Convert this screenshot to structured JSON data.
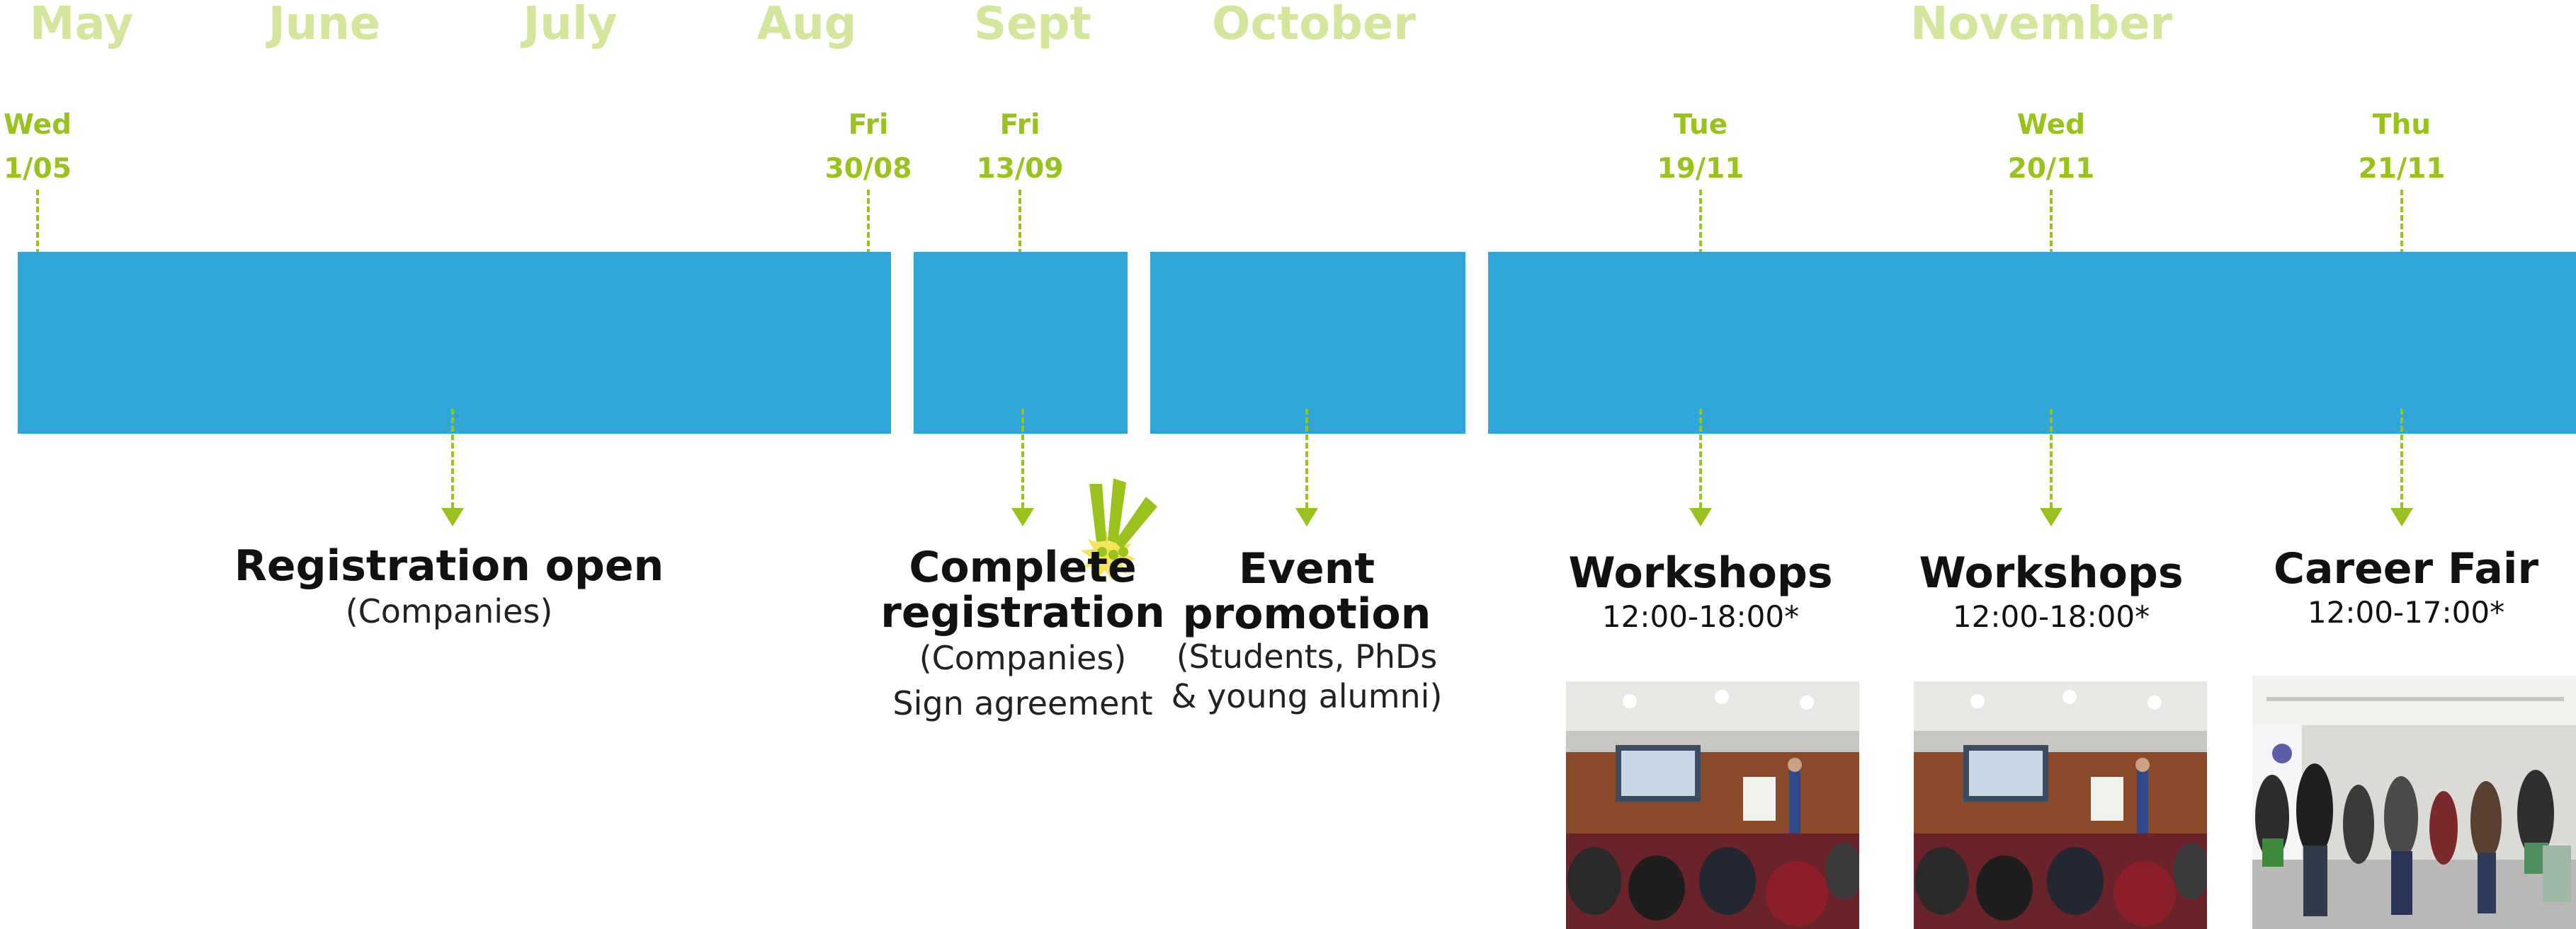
{
  "months": [
    "May",
    "June",
    "July",
    "Aug",
    "Sept",
    "October",
    "November"
  ],
  "dates": [
    {
      "day": "Wed",
      "date": "1/05"
    },
    {
      "day": "Fri",
      "date": "30/08"
    },
    {
      "day": "Fri",
      "date": "13/09"
    },
    {
      "day": "Tue",
      "date": "19/11"
    },
    {
      "day": "Wed",
      "date": "20/11"
    },
    {
      "day": "Thu",
      "date": "21/11"
    }
  ],
  "events": {
    "registration": {
      "title": "Registration open",
      "sub": "(Companies)"
    },
    "complete": {
      "title_line1": "Complete",
      "title_line2": "registration",
      "sub1": "(Companies)",
      "sub2": "Sign agreement"
    },
    "promotion": {
      "title_line1": "Event",
      "title_line2": "promotion",
      "sub1": "(Students, PhDs",
      "sub2": "& young alumni)"
    },
    "workshops1": {
      "title": "Workshops",
      "time": "12:00-18:00*"
    },
    "workshops2": {
      "title": "Workshops",
      "time": "12:00-18:00*"
    },
    "career_fair": {
      "title": "Career Fair",
      "time": "12:00-17:00*"
    }
  },
  "photos": {
    "workshops1": "workshop-photo",
    "workshops2": "workshop-photo",
    "career_fair": "career-fair-photo"
  },
  "colors": {
    "month": "#d3e69c",
    "accent": "#99c21c",
    "band": "#2fa5d8",
    "text": "#111111"
  }
}
